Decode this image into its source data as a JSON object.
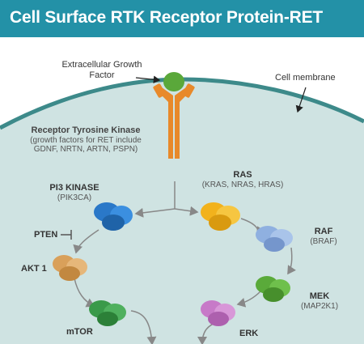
{
  "title": "Cell Surface RTK Receptor Protein-RET",
  "labels": {
    "growth_factor_line1": "Extracellular Growth",
    "growth_factor_line2": "Factor",
    "cell_membrane": "Cell membrane",
    "receptor_title": "Receptor Tyrosine Kinase",
    "receptor_sub1": "(growth factors for RET include",
    "receptor_sub2": "GDNF, NRTN, ARTN, PSPN)",
    "pi3k": "PI3 KINASE",
    "pi3k_sub": "(PIK3CA)",
    "ras": "RAS",
    "ras_sub": "(KRAS, NRAS, HRAS)",
    "raf": "RAF",
    "raf_sub": "(BRAF)",
    "pten": "PTEN",
    "akt": "AKT 1",
    "mek": "MEK",
    "mek_sub": "(MAP2K1)",
    "mtor": "mTOR",
    "erk": "ERK"
  },
  "colors": {
    "title_bar": "#2391a7",
    "cell_interior": "#cfe3e2",
    "membrane": "#3d8a8a",
    "receptor": "#e8892a",
    "ligand": "#5aa83a",
    "pi3k": "#2a78c8",
    "ras": "#f2b21c",
    "raf": "#8fb0e0",
    "akt": "#d9a05a",
    "mek": "#5aaa3a",
    "mtor": "#3a9a4a",
    "erk": "#c77ac8",
    "arrow": "#888888"
  }
}
